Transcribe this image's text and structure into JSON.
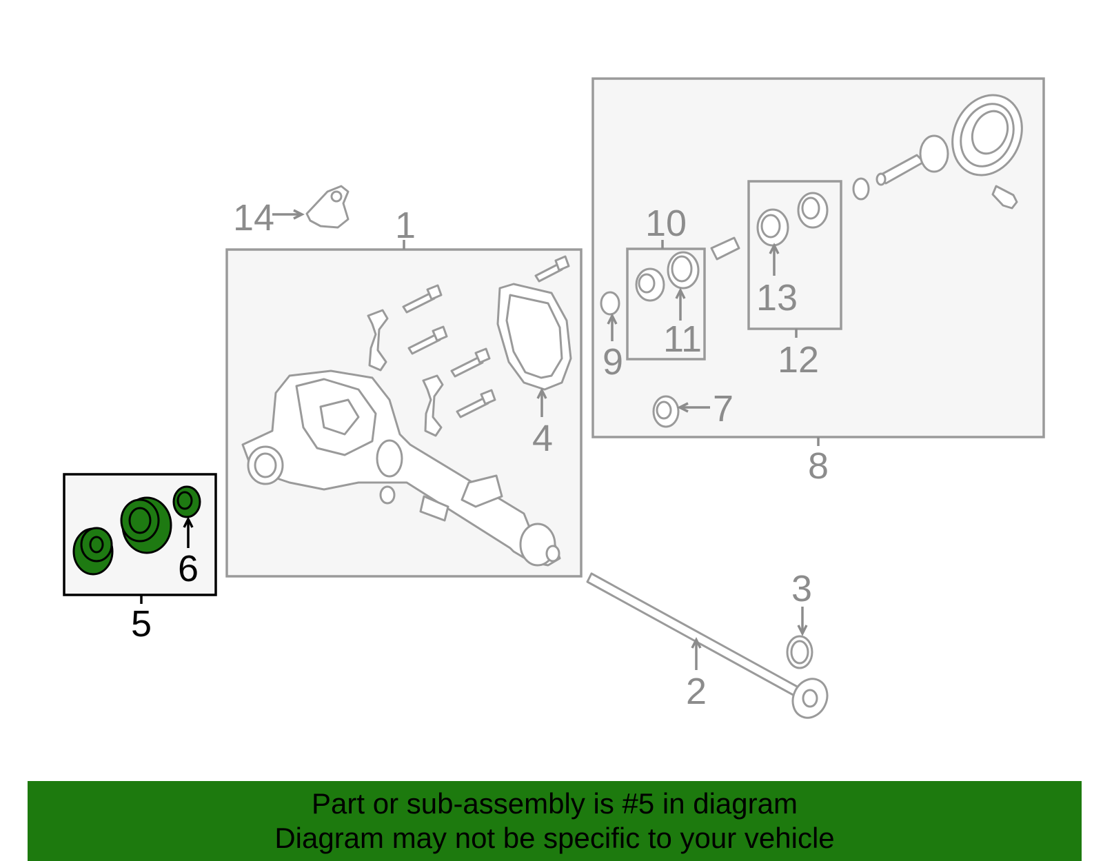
{
  "diagram": {
    "callouts": {
      "c1": "1",
      "c2": "2",
      "c3": "3",
      "c4": "4",
      "c5": "5",
      "c6": "6",
      "c7": "7",
      "c8": "8",
      "c9": "9",
      "c10": "10",
      "c11": "11",
      "c12": "12",
      "c13": "13",
      "c14": "14"
    },
    "highlighted_part": "5",
    "colors": {
      "highlight_fill": "#1e7a12",
      "part_stroke": "#9a9a9a",
      "box_fill": "#f6f6f6",
      "banner_bg": "#1d7a0e"
    }
  },
  "banner": {
    "line1": "Part or sub-assembly is #5 in diagram",
    "line2": "Diagram may not be specific to your vehicle"
  }
}
